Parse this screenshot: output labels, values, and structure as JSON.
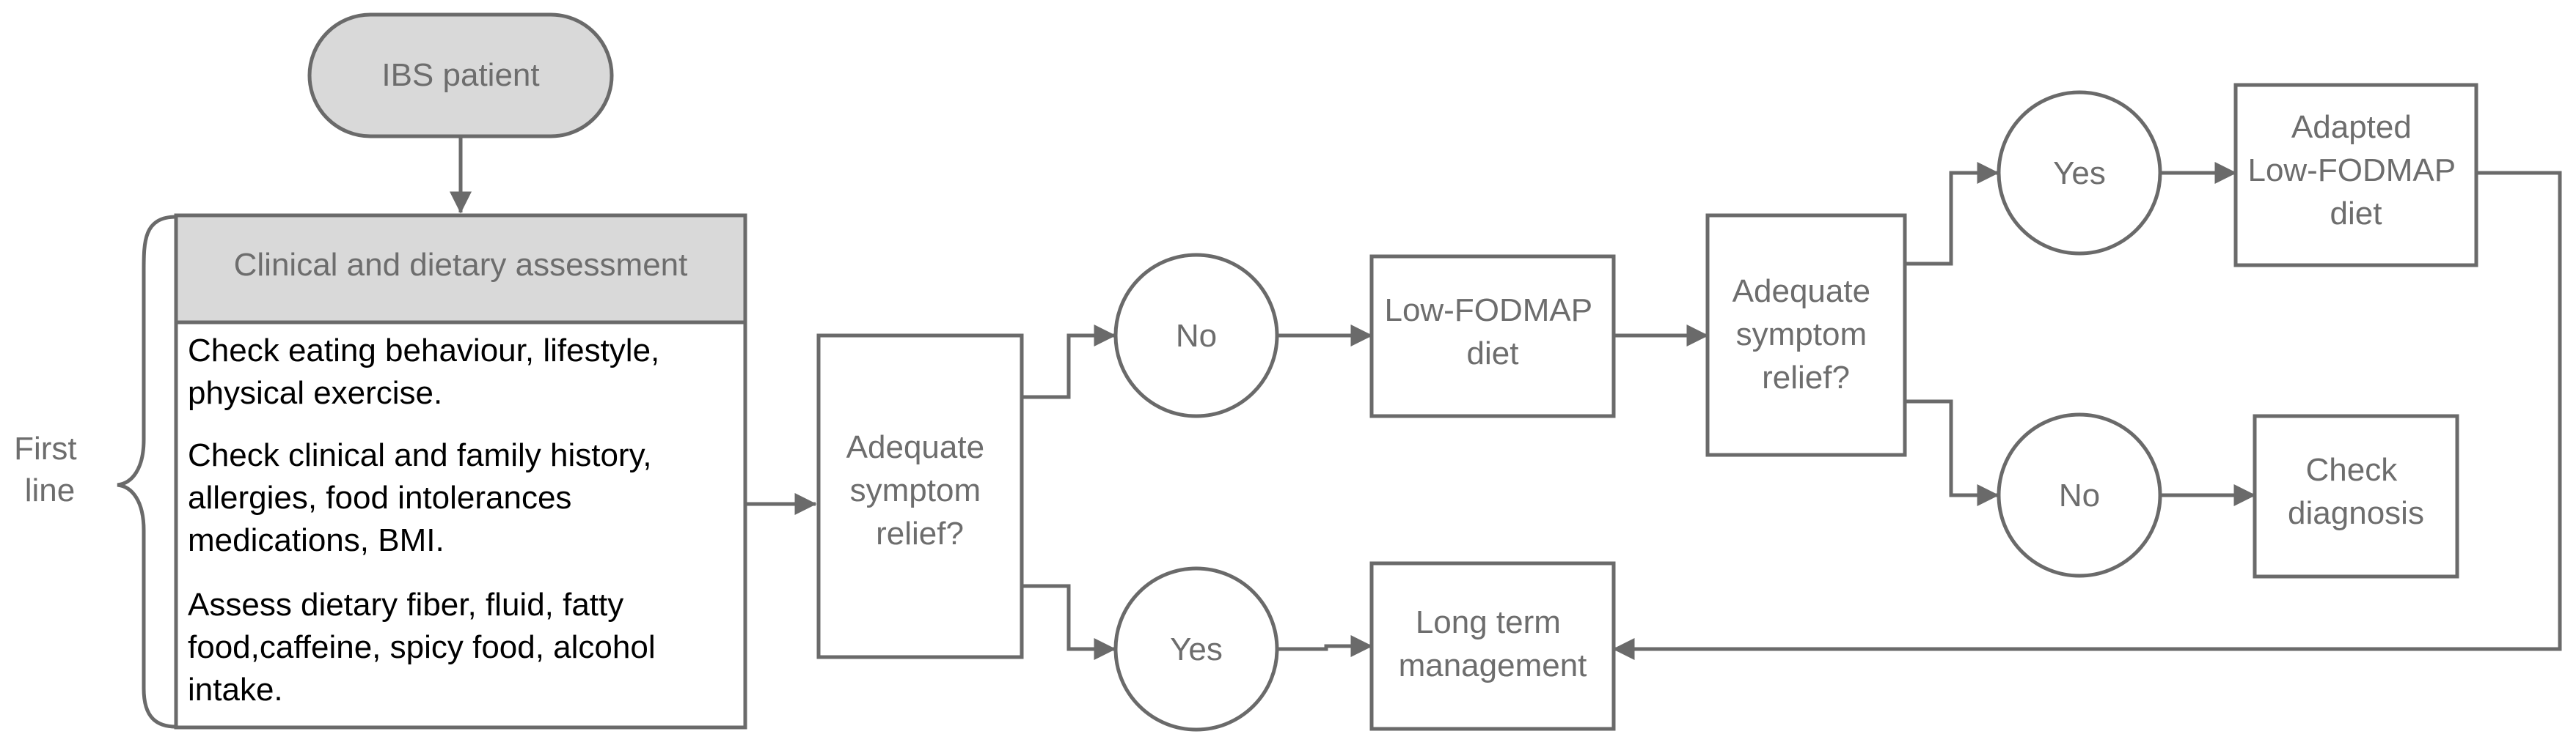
{
  "diagram": {
    "start": {
      "label": "IBS patient"
    },
    "side_label": [
      "First",
      "line"
    ],
    "assessment": {
      "header": "Clinical and dietary assessment",
      "items": [
        [
          "Check eating behaviour, lifestyle,",
          "physical exercise."
        ],
        [
          "Check clinical and family history,",
          "allergies, food intolerances",
          "medications, BMI."
        ],
        [
          "Assess dietary fiber, fluid, fatty",
          "food,caffeine, spicy food, alcohol",
          "intake."
        ]
      ]
    },
    "decision_1": {
      "lines": [
        "Adequate",
        "symptom",
        "relief?"
      ]
    },
    "no_1": {
      "label": "No"
    },
    "yes_1": {
      "label": "Yes"
    },
    "low_fodmap": {
      "lines": [
        "Low-FODMAP",
        "diet"
      ]
    },
    "decision_2": {
      "lines": [
        "Adequate",
        "symptom",
        "relief?"
      ]
    },
    "yes_2": {
      "label": "Yes"
    },
    "no_2": {
      "label": "No"
    },
    "adapted": {
      "lines": [
        "Adapted",
        "Low-FODMAP",
        "diet"
      ]
    },
    "check_diagnosis": {
      "lines": [
        "Check",
        "diagnosis"
      ]
    },
    "long_term": {
      "lines": [
        "Long term",
        "management"
      ]
    }
  },
  "colors": {
    "stroke": "#6a6a6a",
    "fill_gray": "#d9d9d9",
    "text_gray": "#6d6d6d",
    "text_dark": "#000000"
  }
}
